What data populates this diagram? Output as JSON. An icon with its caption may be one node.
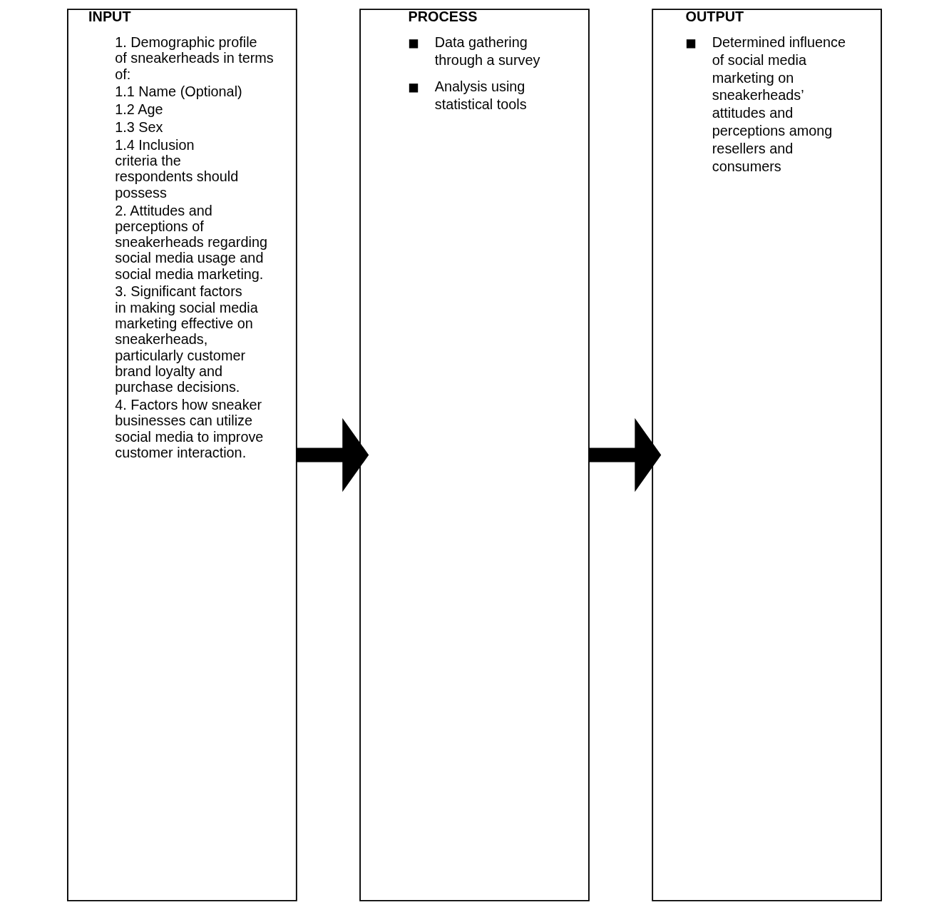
{
  "diagram": {
    "nodes": [
      {
        "text": [
          "INPUT",
          "1. Demographic profile of sneakerheads in terms of:",
          "1.1 Name (Optional)",
          "1.2 Age",
          "1.3 Sex",
          "1.4 Inclusion criteria the respondents should possess",
          "2. Attitudes and perceptions of sneakerheads regarding social media usage and social media marketing.",
          "3. Significant factors in making social media marketing effective on sneakerheads, particularly customer brand loyalty and purchase decisions.",
          "4. Factors how sneaker businesses can utilize social media to improve customer interaction."
        ]
      },
      {
        "text": [
          "PROCESS",
          "Data gathering through a survey",
          "Analysis using statistical tools"
        ]
      },
      {
        "text": [
          "OUTPUT",
          "Determined influence of social media marketing on sneakerheads’ attitudes and perceptions among resellers and consumers"
        ]
      }
    ],
    "edges": [
      {
        "from": 0,
        "to": 1,
        "arrow": "to"
      },
      {
        "from": 1,
        "to": 2,
        "arrow": "to"
      }
    ]
  }
}
